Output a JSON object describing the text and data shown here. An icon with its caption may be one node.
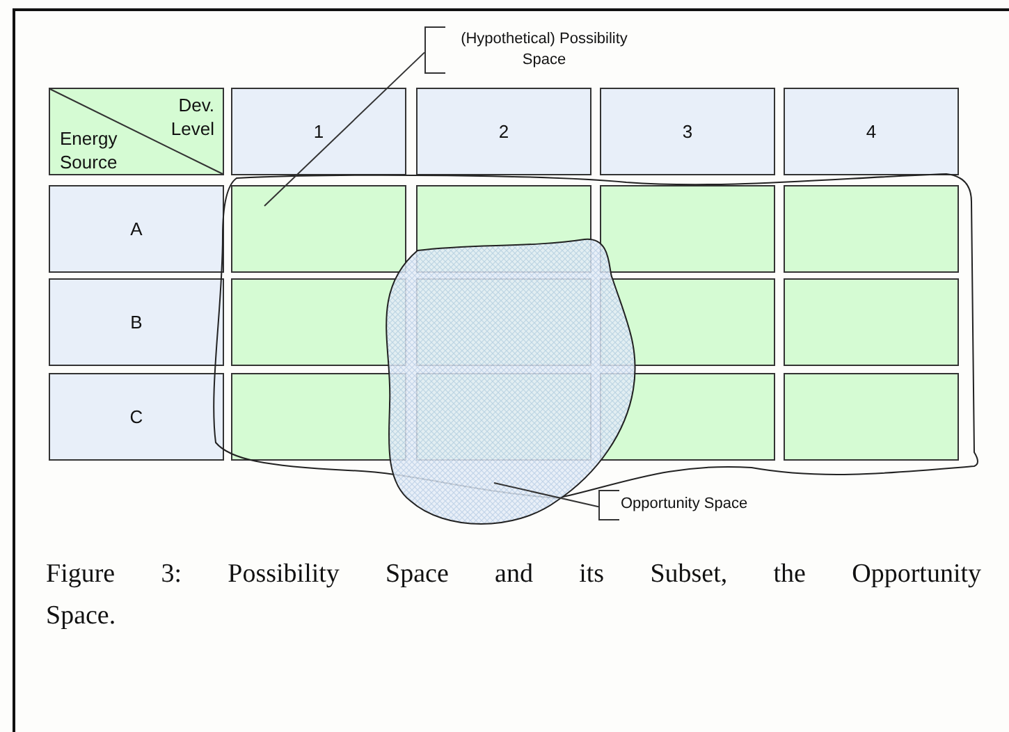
{
  "diagram": {
    "caption": "Figure 3: Possibility Space and its Subset, the Opportunity Space.",
    "nodes": [
      {
        "text": [
          "(Hypothetical) Possibility Space"
        ]
      },
      {
        "text": [
          "Dev. Level",
          "Energy Source"
        ]
      },
      {
        "text": [
          "1"
        ]
      },
      {
        "text": [
          "2"
        ]
      },
      {
        "text": [
          "3"
        ]
      },
      {
        "text": [
          "4"
        ]
      },
      {
        "text": [
          "A"
        ]
      },
      {
        "text": [],
        "shape": "box",
        "in": 21
      },
      {
        "text": [],
        "shape": "box",
        "in": 21
      },
      {
        "text": [],
        "shape": "box",
        "in": 21
      },
      {
        "text": [],
        "shape": "box",
        "in": 21
      },
      {
        "text": [
          "B"
        ]
      },
      {
        "text": [],
        "shape": "box",
        "in": 21
      },
      {
        "text": [],
        "shape": "box",
        "in": 22
      },
      {
        "text": [],
        "shape": "box",
        "in": 21
      },
      {
        "text": [],
        "shape": "box",
        "in": 21
      },
      {
        "text": [
          "C"
        ]
      },
      {
        "text": [],
        "shape": "box",
        "in": 21
      },
      {
        "text": [],
        "shape": "box",
        "in": 22
      },
      {
        "text": [],
        "shape": "box",
        "in": 21
      },
      {
        "text": [],
        "shape": "box",
        "in": 21
      },
      {
        "text": [],
        "shape": "cloud"
      },
      {
        "text": [],
        "shape": "cloud"
      },
      {
        "text": [
          "Opportunity Space"
        ]
      }
    ],
    "edges": [
      {
        "from": 0,
        "to": 21,
        "arrow": "none"
      },
      {
        "from": 23,
        "to": 22,
        "arrow": "none"
      }
    ]
  }
}
